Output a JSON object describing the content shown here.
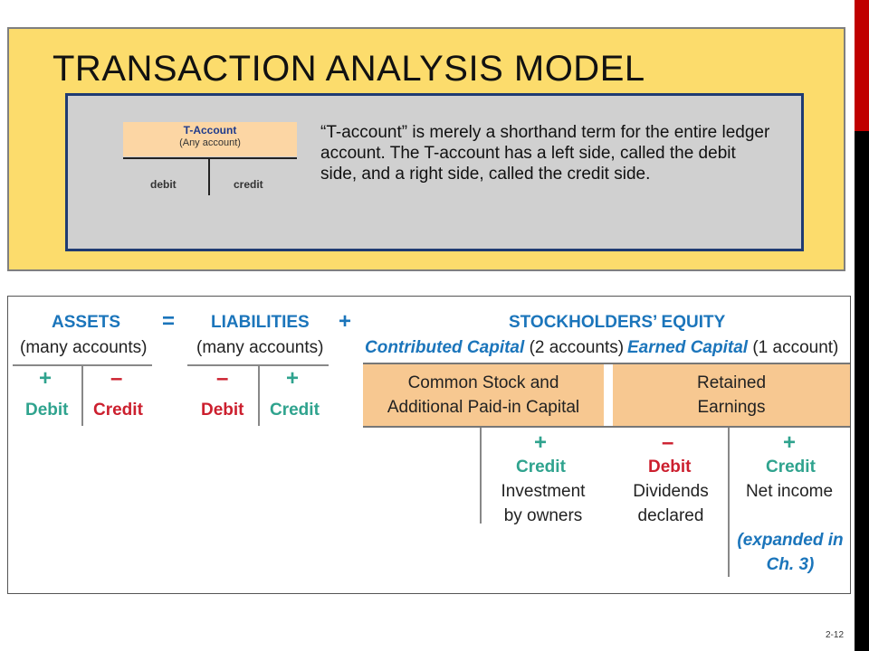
{
  "slide": {
    "title": "TRANSACTION ANALYSIS MODEL",
    "page_number": "2-12"
  },
  "t_account": {
    "title": "T-Account",
    "subtitle": "(Any account)",
    "left": "debit",
    "right": "credit"
  },
  "description": "“T-account” is merely a shorthand term for the entire ledger account. The T-account has a left side, called the debit side, and a right side, called the credit side.",
  "equation": {
    "assets": "ASSETS",
    "equals": "=",
    "liabilities": "LIABILITIES",
    "plus": "+",
    "equity": "STOCKHOLDERS’ EQUITY",
    "assets_sub": "(many accounts)",
    "liabilities_sub": "(many accounts)",
    "contributed_label": "Contributed Capital",
    "contributed_count": "(2 accounts)",
    "earned_label": "Earned Capital",
    "earned_count": "(1 account)",
    "assets_left": {
      "sign": "+",
      "label": "Debit"
    },
    "assets_right": {
      "sign": "–",
      "label": "Credit"
    },
    "liab_left": {
      "sign": "–",
      "label": "Debit"
    },
    "liab_right": {
      "sign": "+",
      "label": "Credit"
    },
    "common_stock_line1": "Common Stock and",
    "common_stock_line2": "Additional Paid-in Capital",
    "retained_line1": "Retained",
    "retained_line2": "Earnings",
    "cs_credit": {
      "sign": "+",
      "label": "Credit",
      "desc1": "Investment",
      "desc2": "by owners"
    },
    "re_debit": {
      "sign": "–",
      "label": "Debit",
      "desc1": "Dividends",
      "desc2": "declared"
    },
    "re_credit": {
      "sign": "+",
      "label": "Credit",
      "desc1": "Net income"
    },
    "expanded_line1": "(expanded in",
    "expanded_line2": "Ch. 3)"
  },
  "colors": {
    "title_blue": "#1b75bb",
    "credit_green": "#2fa38e",
    "debit_red": "#cc1f2e",
    "box_orange": "#f7c891",
    "panel_yellow": "#fcdc6c"
  }
}
